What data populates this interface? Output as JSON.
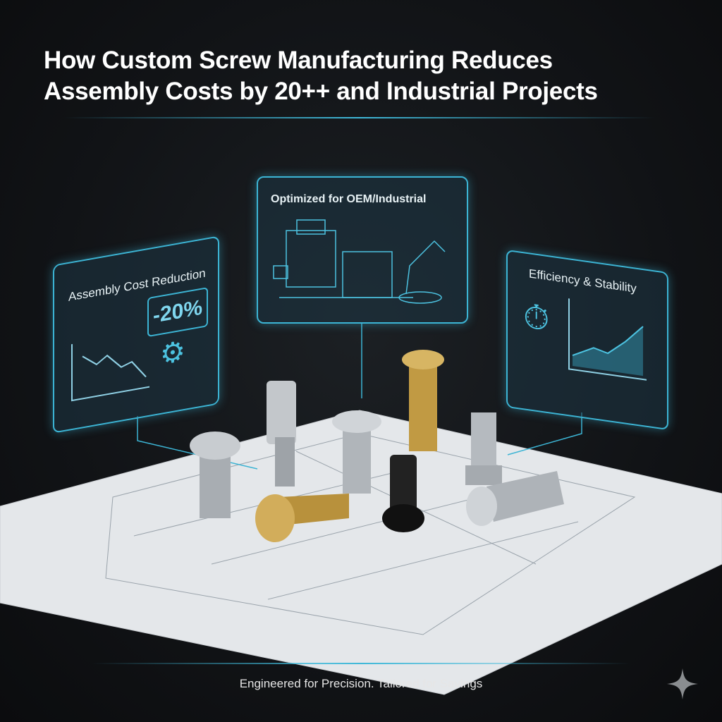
{
  "title": {
    "line1": "How Custom Screw Manufacturing Reduces",
    "line2": "Assembly Costs by 20++ and Industrial Projects"
  },
  "panels": {
    "left": {
      "title": "Assembly Cost Reduction",
      "value": "-20%",
      "icons": [
        "line-chart-down-icon",
        "gears-wrench-icon"
      ]
    },
    "center": {
      "title": "Optimized for OEM/Industrial",
      "icons": [
        "industrial-machine-robot-arm-icon"
      ]
    },
    "right": {
      "title": "Efficiency & Stability",
      "icons": [
        "stopwatch-icon",
        "area-chart-up-icon"
      ]
    }
  },
  "footer": {
    "tagline": "Engineered for Precision. Tailored for Savings"
  },
  "colors": {
    "accent": "#3cb4d4",
    "background": "#141619",
    "brass": "#c9a24a",
    "steel": "#b8bcc0"
  }
}
